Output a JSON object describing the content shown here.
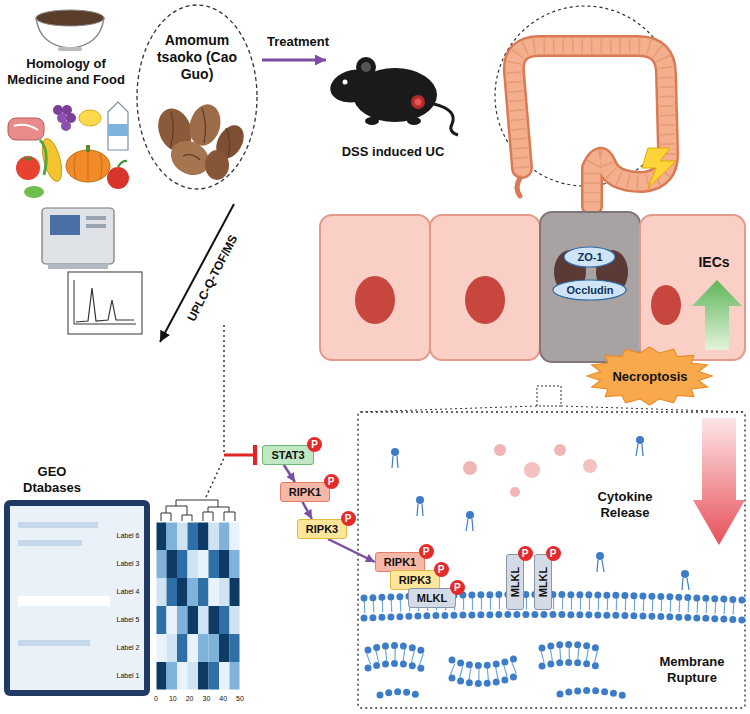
{
  "diagram": {
    "nodes": [
      {
        "text": [
          "Amomum tsaoko (Cao Guo)"
        ]
      },
      {
        "text": [
          "ZO-1"
        ]
      },
      {
        "text": [
          "Occludin"
        ]
      },
      {
        "text": [
          "Necroptosis"
        ]
      },
      {
        "text": [
          "STAT3"
        ]
      },
      {
        "text": [
          "P"
        ]
      },
      {
        "text": [
          "RIPK1"
        ]
      },
      {
        "text": [
          "P"
        ]
      },
      {
        "text": [
          "RIPK3"
        ]
      },
      {
        "text": [
          "P"
        ]
      },
      {
        "text": [
          "RIPK1"
        ]
      },
      {
        "text": [
          "P"
        ]
      },
      {
        "text": [
          "RIPK3"
        ]
      },
      {
        "text": [
          "P"
        ]
      },
      {
        "text": [
          "MLKL"
        ]
      },
      {
        "text": [
          "P"
        ]
      },
      {
        "text": [
          "MLKL"
        ]
      },
      {
        "text": [
          "P"
        ]
      },
      {
        "text": [
          "MLKL"
        ]
      },
      {
        "text": [
          "P"
        ]
      }
    ],
    "edges": [
      {
        "from": 4,
        "to": 6,
        "arrow": "to"
      },
      {
        "from": 6,
        "to": 8,
        "arrow": "to"
      },
      {
        "from": 8,
        "to": 10,
        "arrow": "to"
      }
    ],
    "labels": [
      "Homology of Medicine and Food",
      "Treatment",
      "DSS induced UC",
      "UPLC-Q-TOF/MS",
      "IECs",
      "Cytokine Release",
      "Membrane Rupture",
      "GEO Dtabases",
      "Label 6",
      "Label 3",
      "Label 4",
      "Label 5",
      "Label 2",
      "Label 1",
      "0",
      "10",
      "20",
      "30",
      "40",
      "50"
    ]
  }
}
